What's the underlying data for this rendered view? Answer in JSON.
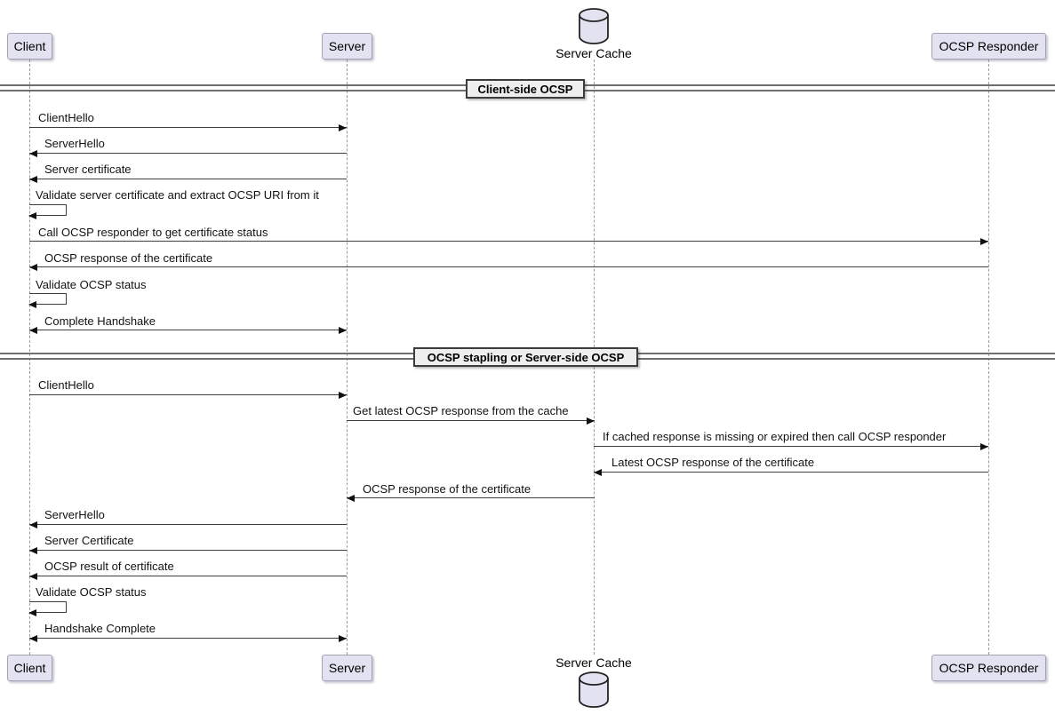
{
  "participants": {
    "client": {
      "label": "Client"
    },
    "server": {
      "label": "Server"
    },
    "cache": {
      "label": "Server Cache",
      "icon": "database-cylinder"
    },
    "responder": {
      "label": "OCSP Responder"
    }
  },
  "dividers": [
    {
      "label": "Client-side OCSP"
    },
    {
      "label": "OCSP stapling or Server-side OCSP"
    }
  ],
  "section1": {
    "messages": [
      {
        "text": "ClientHello",
        "from": "Client",
        "to": "Server"
      },
      {
        "text": "ServerHello",
        "from": "Server",
        "to": "Client"
      },
      {
        "text": "Server certificate",
        "from": "Server",
        "to": "Client"
      },
      {
        "text": "Validate server certificate and extract OCSP URI from it",
        "from": "Client",
        "to": "Client"
      },
      {
        "text": "Call OCSP responder to get certificate status",
        "from": "Client",
        "to": "OCSP Responder"
      },
      {
        "text": "OCSP response of the certificate",
        "from": "OCSP Responder",
        "to": "Client"
      },
      {
        "text": "Validate OCSP status",
        "from": "Client",
        "to": "Client"
      },
      {
        "text": "Complete Handshake",
        "from": "Client",
        "to": "Server",
        "bidirectional": true
      }
    ]
  },
  "section2": {
    "messages": [
      {
        "text": "ClientHello",
        "from": "Client",
        "to": "Server"
      },
      {
        "text": "Get latest OCSP response from the cache",
        "from": "Server",
        "to": "Server Cache"
      },
      {
        "text": "If cached response is missing or expired then call OCSP responder",
        "from": "Server Cache",
        "to": "OCSP Responder"
      },
      {
        "text": "Latest OCSP response of the certificate",
        "from": "OCSP Responder",
        "to": "Server Cache"
      },
      {
        "text": "OCSP response of the certificate",
        "from": "Server Cache",
        "to": "Server"
      },
      {
        "text": "ServerHello",
        "from": "Server",
        "to": "Client"
      },
      {
        "text": "Server Certificate",
        "from": "Server",
        "to": "Client"
      },
      {
        "text": "OCSP result of certificate",
        "from": "Server",
        "to": "Client"
      },
      {
        "text": "Validate OCSP status",
        "from": "Client",
        "to": "Client"
      },
      {
        "text": "Handshake Complete",
        "from": "Client",
        "to": "Server",
        "bidirectional": true
      }
    ]
  },
  "colors": {
    "participant_fill": "#E2E2F0",
    "participant_border": "#A2A2B5",
    "divider_fill": "#EEEEEE",
    "divider_border": "#3C3C3C",
    "lifeline": "#9A9A9A",
    "arrow": "#111111",
    "background": "#FFFFFF"
  }
}
